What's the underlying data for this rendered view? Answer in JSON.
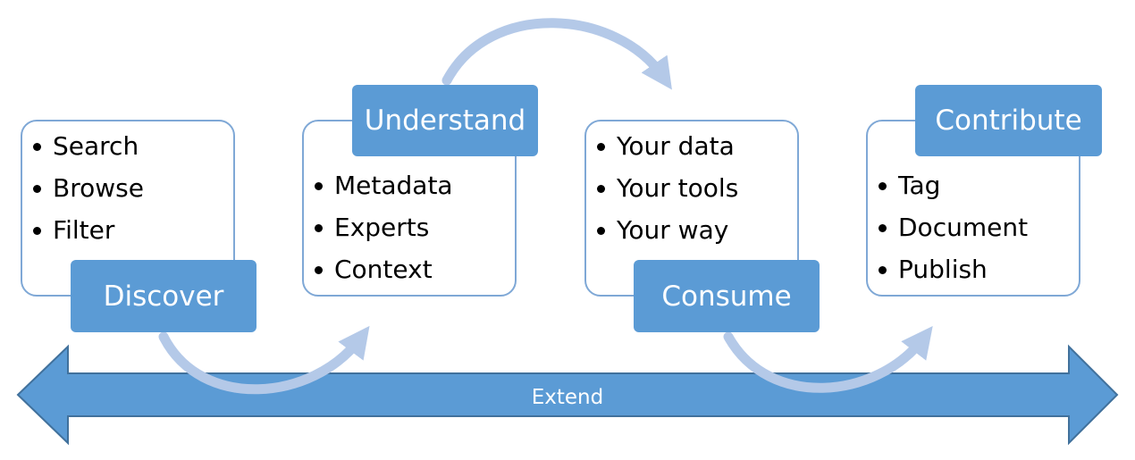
{
  "stages": [
    {
      "title": "Discover",
      "items": [
        "Search",
        "Browse",
        "Filter"
      ]
    },
    {
      "title": "Understand",
      "items": [
        "Metadata",
        "Experts",
        "Context"
      ]
    },
    {
      "title": "Consume",
      "items": [
        "Your data",
        "Your tools",
        "Your way"
      ]
    },
    {
      "title": "Contribute",
      "items": [
        "Tag",
        "Document",
        "Publish"
      ]
    }
  ],
  "extend_label": "Extend",
  "colors": {
    "accent": "#5b9bd5",
    "accent_border": "#41719c",
    "card_border": "#7fa8d6",
    "arc": "#b4c9e8",
    "text": "#000000",
    "label_text": "#ffffff"
  }
}
